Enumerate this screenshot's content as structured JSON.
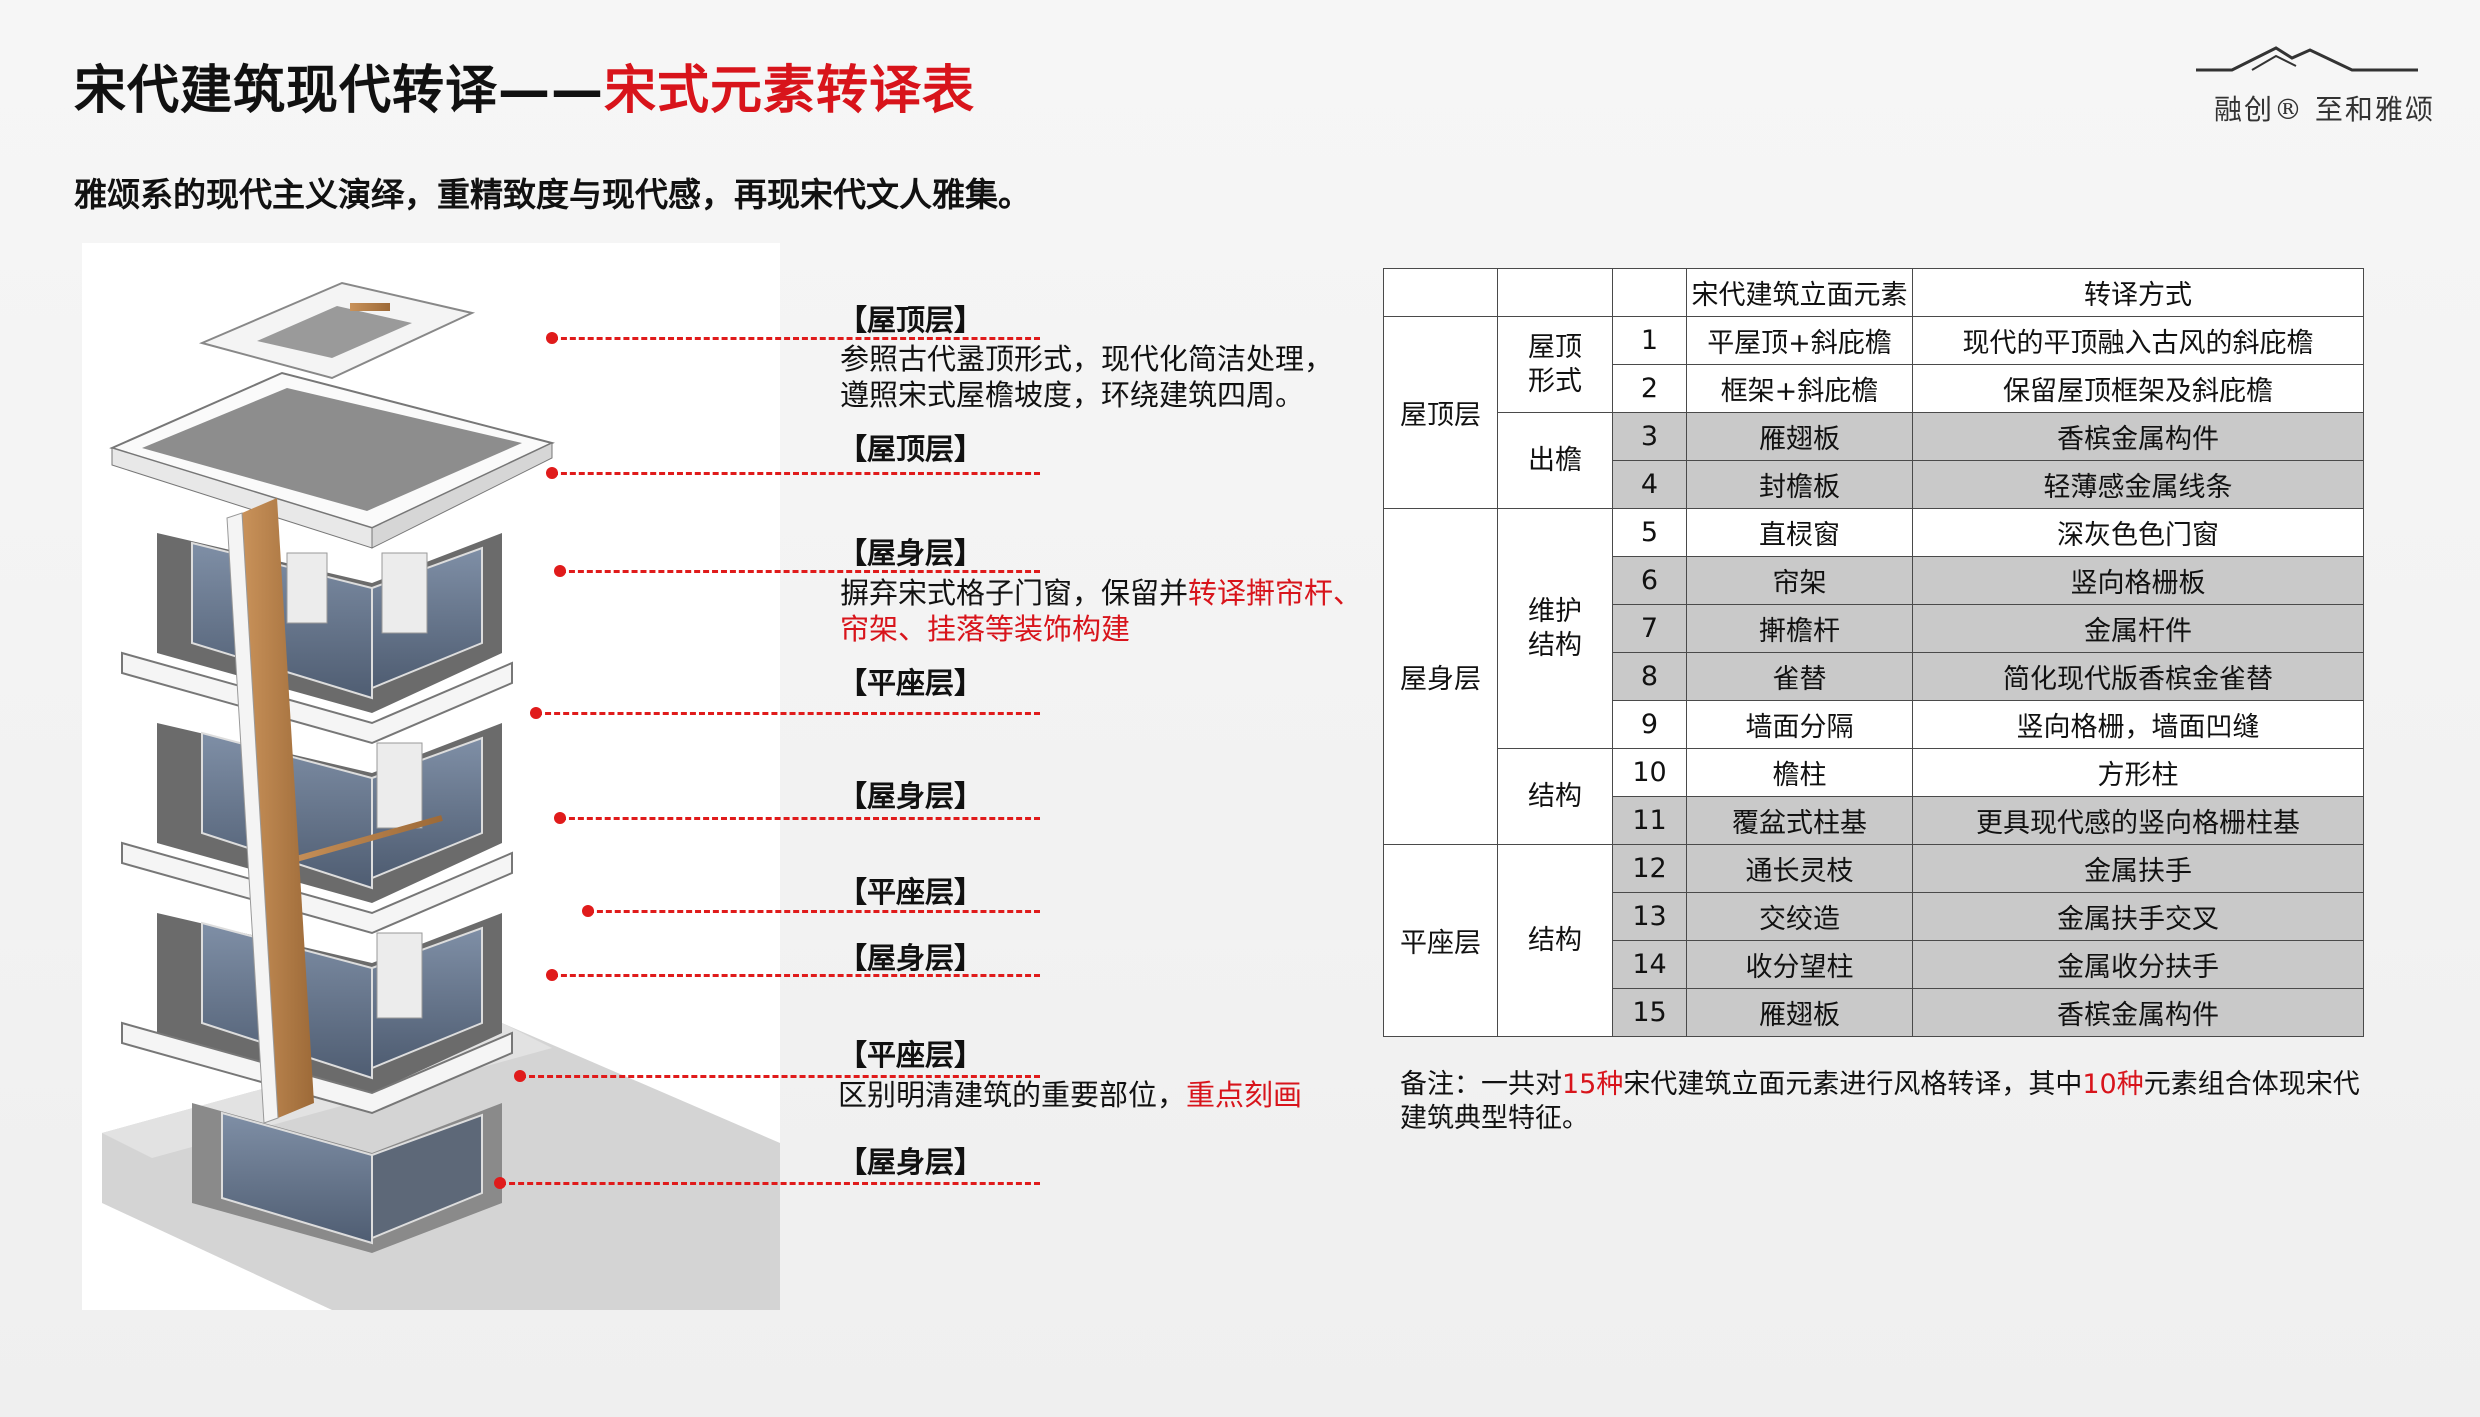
{
  "header": {
    "title_black": "宋代建筑现代转译——",
    "title_red": "宋式元素转译表",
    "subtitle": "雅颂系的现代主义演绎，重精致度与现代感，再现宋代文人雅集。"
  },
  "logo": {
    "text": "融创® 至和雅颂"
  },
  "callouts": [
    {
      "head": "【屋顶层】",
      "lines": [
        "参照古代盝顶形式，现代化简洁处理，",
        "遵照宋式屋檐坡度，环绕建筑四周。"
      ]
    },
    {
      "head": "【屋顶层】"
    },
    {
      "head": "【屋身层】",
      "line1": "摒弃宋式格子门窗，保留并",
      "line1_red": "转译搟帘杆、",
      "line2_red": "帘架、挂落等装饰构建"
    },
    {
      "head": "【平座层】"
    },
    {
      "head": "【屋身层】"
    },
    {
      "head": "【平座层】"
    },
    {
      "head": "【屋身层】"
    },
    {
      "head": "【平座层】",
      "line1": "区别明清建筑的重要部位，",
      "line1_red": "重点刻画"
    },
    {
      "head": "【屋身层】"
    }
  ],
  "table": {
    "headers": [
      "",
      "",
      "",
      "宋代建筑立面元素",
      "转译方式"
    ],
    "groups": [
      "屋顶层",
      "屋身层",
      "平座层"
    ],
    "subgroups": [
      "屋顶\n形式",
      "出檐",
      "维护\n结构",
      "结构",
      "结构"
    ],
    "rows": [
      {
        "no": "1",
        "element": "平屋顶+斜庇檐",
        "method": "现代的平顶融入古风的斜庇檐"
      },
      {
        "no": "2",
        "element": "框架+斜庇檐",
        "method": "保留屋顶框架及斜庇檐"
      },
      {
        "no": "3",
        "element": "雁翅板",
        "method": "香槟金属构件"
      },
      {
        "no": "4",
        "element": "封檐板",
        "method": "轻薄感金属线条"
      },
      {
        "no": "5",
        "element": "直棂窗",
        "method": "深灰色色门窗"
      },
      {
        "no": "6",
        "element": "帘架",
        "method": "竖向格栅板"
      },
      {
        "no": "7",
        "element": "搟檐杆",
        "method": "金属杆件"
      },
      {
        "no": "8",
        "element": "雀替",
        "method": "简化现代版香槟金雀替"
      },
      {
        "no": "9",
        "element": "墙面分隔",
        "method": "竖向格栅，墙面凹缝"
      },
      {
        "no": "10",
        "element": "檐柱",
        "method": "方形柱"
      },
      {
        "no": "11",
        "element": "覆盆式柱基",
        "method": "更具现代感的竖向格栅柱基"
      },
      {
        "no": "12",
        "element": "通长灵枝",
        "method": "金属扶手"
      },
      {
        "no": "13",
        "element": "交绞造",
        "method": "金属扶手交叉"
      },
      {
        "no": "14",
        "element": "收分望柱",
        "method": "金属收分扶手"
      },
      {
        "no": "15",
        "element": "雁翅板",
        "method": "香槟金属构件"
      }
    ]
  },
  "note": {
    "part1": "备注：一共对",
    "red1": "15种",
    "part2": "宋代建筑立面元素进行风格转译，其中",
    "red2": "10种",
    "part3": "元素组合体现宋代建筑典型特征。"
  },
  "colors": {
    "accent_red": "#d8141b",
    "shaded_cell": "#c9c9c9",
    "leader_red": "#e01b1b"
  }
}
